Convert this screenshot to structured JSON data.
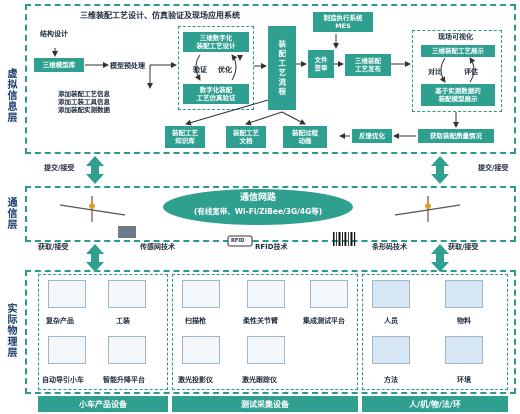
{
  "layers": {
    "virtual": "虚拟信息层",
    "comm": "通信层",
    "physical": "实际物理层"
  },
  "virtual": {
    "title": "三维装配工艺设计、仿真验证及现场应用系统",
    "structure_design": "结构设计",
    "model_library": "三维模型库",
    "model_preprocess": "模型预处理",
    "add_info": "添加装配工艺信息\n添加工装工具信息\n添加装配实测数据",
    "digital_design": "三维数字化\n装配工艺设计",
    "verify": "验证",
    "optimize": "优化",
    "digital_sim": "数字化装配\n工艺仿真验证",
    "flow": "装配工艺流程",
    "file_sign": "文件\n签审",
    "mes": "制造执行系统\nMES",
    "publish": "三维装配\n工艺发布",
    "knowledge": "装配工艺\n知识库",
    "doc": "装配工艺\n文档",
    "anim": "装配过程\n动画",
    "feedback": "反馈优化",
    "get_quality": "获取装配质量情况",
    "site_vis": "现场可视化",
    "display_3d": "三维装配工艺展示",
    "contrast": "对比",
    "evaluate": "评估",
    "measured_display": "基于实测数据的\n装配模型展示"
  },
  "links": {
    "left": "提交/接受",
    "right": "提交/接受"
  },
  "comm": {
    "network_title": "通信网路",
    "network_sub": "(有线宽带、Wi-Fi/ZiBee/3G/4G等)",
    "get_left": "获取/接受",
    "sensor": "传感网技术",
    "rfid_badge": "RFID",
    "rfid": "RFID技术",
    "barcode": "条形码技术",
    "get_right": "获取/接受"
  },
  "physical": {
    "items": [
      "复杂产品",
      "工装",
      "扫描枪",
      "柔性关节臂",
      "集成测试平台",
      "自动导引小车",
      "智能升降平台",
      "激光投影仪",
      "激光跟踪仪",
      "人员",
      "物料",
      "方法",
      "环境"
    ],
    "bars": [
      "小车产品设备",
      "测试采集设备",
      "人/机/物/法/环"
    ]
  },
  "icons": [
    "product-icon",
    "fixture-icon",
    "scanner-icon",
    "joint-arm-icon",
    "test-platform-icon",
    "agv-icon",
    "lift-platform-icon",
    "projector-icon",
    "tracker-icon",
    "people-icon",
    "gears-icon",
    "documents-icon",
    "cycle-icon"
  ],
  "colors": {
    "accent": "#2f9f90",
    "border": "#2a9a8a",
    "label": "#1f3c6b"
  }
}
